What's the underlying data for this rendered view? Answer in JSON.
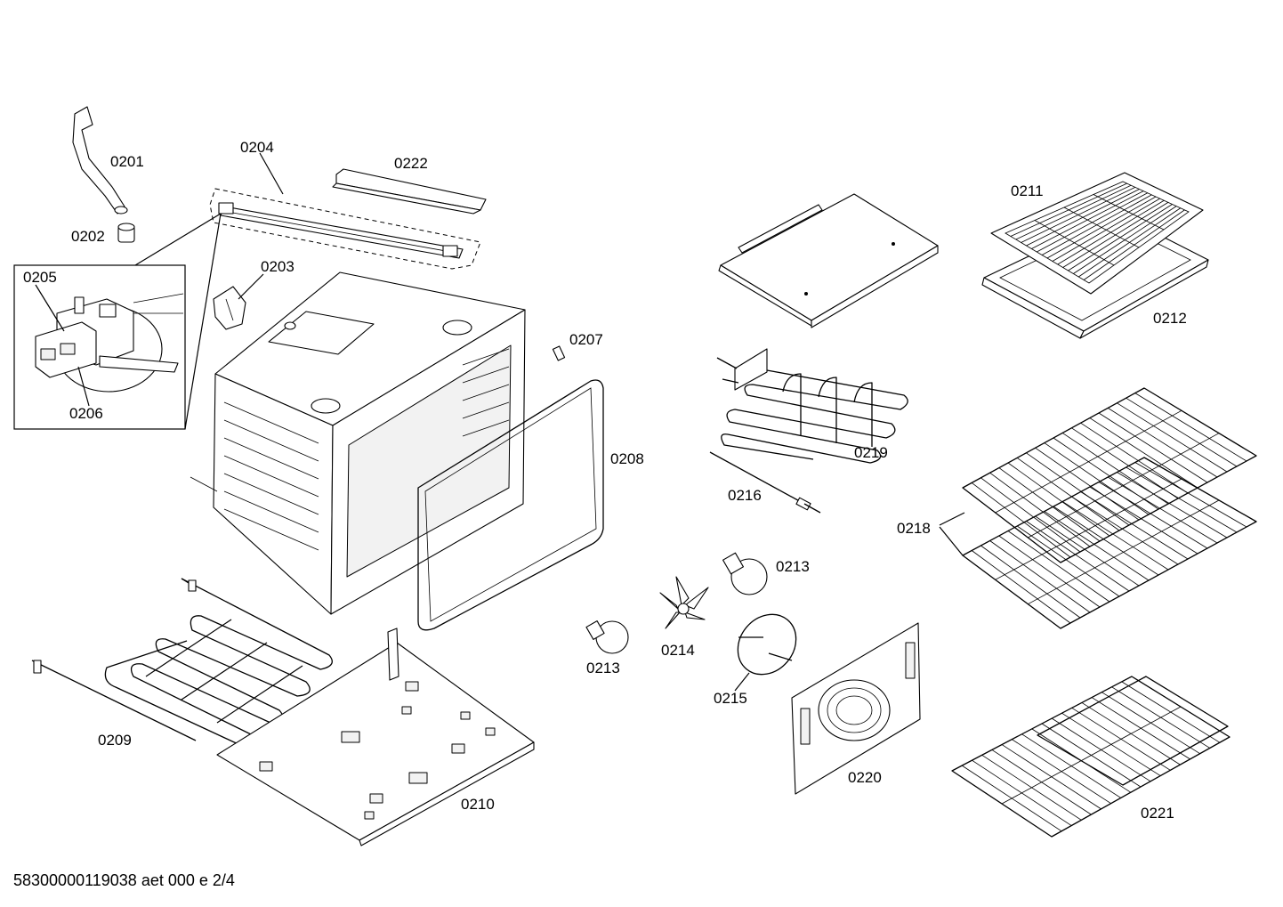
{
  "labels": {
    "p0201": "0201",
    "p0202": "0202",
    "p0203": "0203",
    "p0204": "0204",
    "p0205": "0205",
    "p0206": "0206",
    "p0207": "0207",
    "p0208": "0208",
    "p0209": "0209",
    "p0210": "0210",
    "p0211": "0211",
    "p0212": "0212",
    "p0213a": "0213",
    "p0213b": "0213",
    "p0214": "0214",
    "p0215": "0215",
    "p0216": "0216",
    "p0218": "0218",
    "p0219": "0219",
    "p0220": "0220",
    "p0221": "0221",
    "p0222": "0222"
  },
  "footer": "58300000119038 aet 000 e 2/4"
}
